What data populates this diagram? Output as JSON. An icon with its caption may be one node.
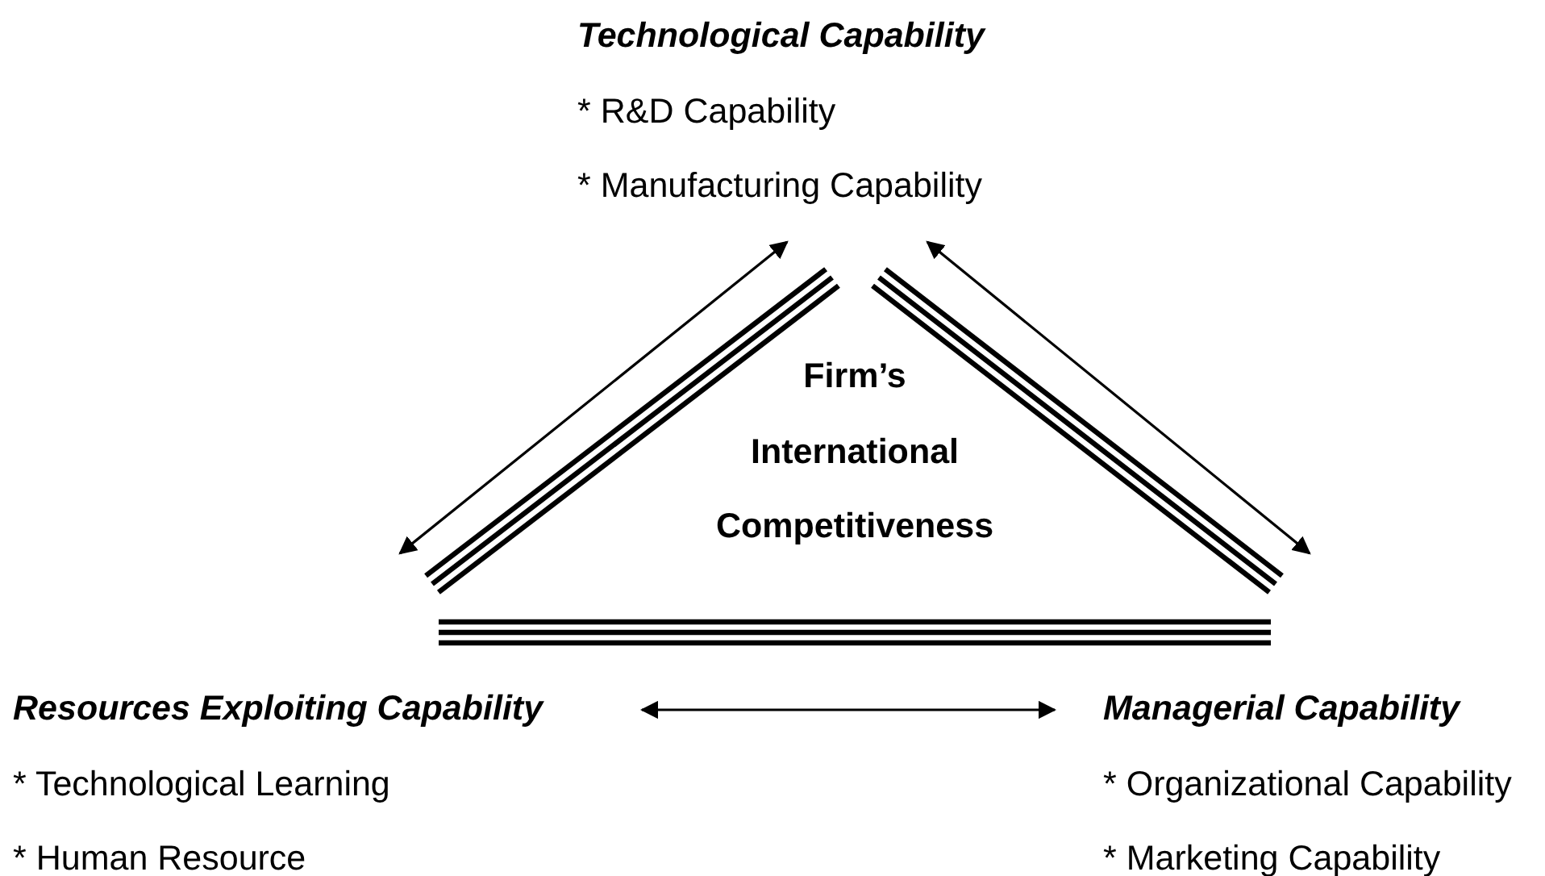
{
  "diagram": {
    "nodes": [
      {
        "text": [
          "Technological Capability",
          "* R&D Capability",
          "* Manufacturing Capability"
        ]
      },
      {
        "text": [
          "Firm’s International Competitiveness"
        ]
      },
      {
        "text": [
          "Resources Exploiting Capability",
          "* Technological Learning",
          "* Human Resource"
        ]
      },
      {
        "text": [
          "Managerial Capability",
          "* Organizational Capability",
          "* Marketing Capability"
        ]
      }
    ],
    "edges": [
      {
        "from": 0,
        "to": 2,
        "arrow": "both"
      },
      {
        "from": 0,
        "to": 3,
        "arrow": "both"
      },
      {
        "from": 2,
        "to": 3,
        "arrow": "both"
      }
    ]
  }
}
